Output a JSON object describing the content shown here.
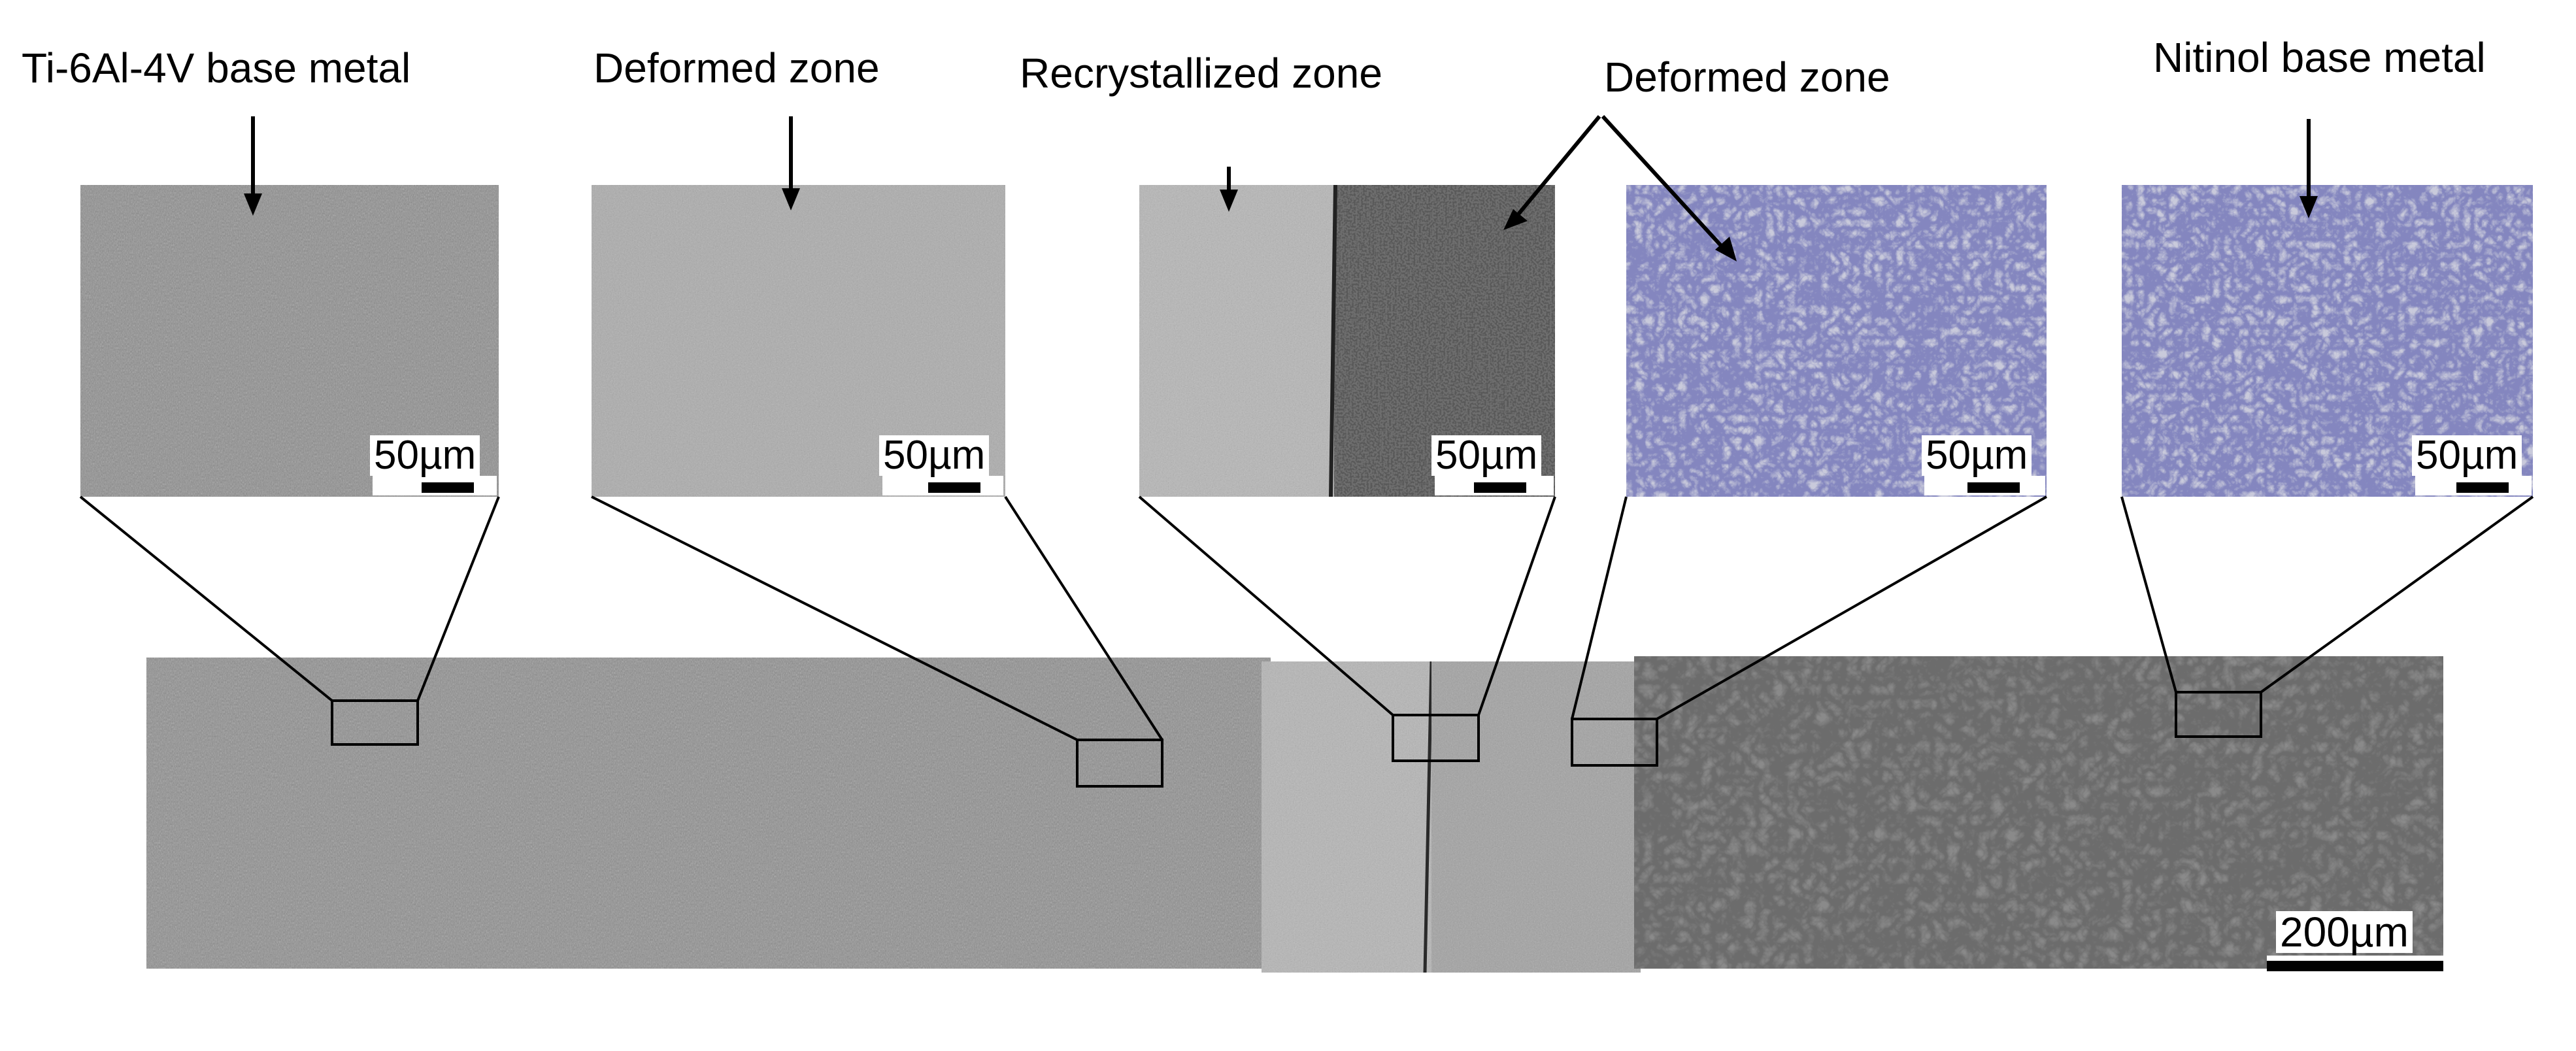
{
  "labels": {
    "ti_base": "Ti-6Al-4V base metal",
    "deformed_left": "Deformed zone",
    "recrystallized": "Recrystallized zone",
    "deformed_right": "Deformed zone",
    "nitinol_base": "Nitinol base metal"
  },
  "scale": {
    "inset": "50µm",
    "overview": "200µm"
  },
  "colors": {
    "ti_tone": "#8a8a8a",
    "recrystallized_tone": "#b4b4b4",
    "nitinol_tone": "#c9cadb",
    "nitinol_grain_boundaries": "#3c3f86"
  }
}
